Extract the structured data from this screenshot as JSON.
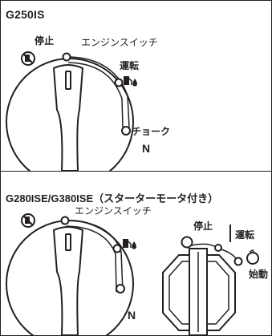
{
  "top_panel": {
    "title": "G250IS",
    "label_stop": "停止",
    "label_engine_switch": "エンジンスイッチ",
    "label_run": "運転",
    "label_choke": "チョーク",
    "choke_symbol": "N"
  },
  "bottom_panel": {
    "title": "G280ISE/G380ISE（スターターモータ付き）",
    "label_engine_switch": "エンジンスイッチ",
    "label_stop": "停止",
    "label_run": "運転",
    "label_start": "始動",
    "choke_symbol": "N"
  },
  "icons": [
    "no-fuel-icon",
    "fuel-pump-icon",
    "fuel-drop-icon",
    "start-rotation-icon",
    "choke-icon"
  ],
  "colors": {
    "line": "#231f20",
    "background": "#ffffff"
  }
}
